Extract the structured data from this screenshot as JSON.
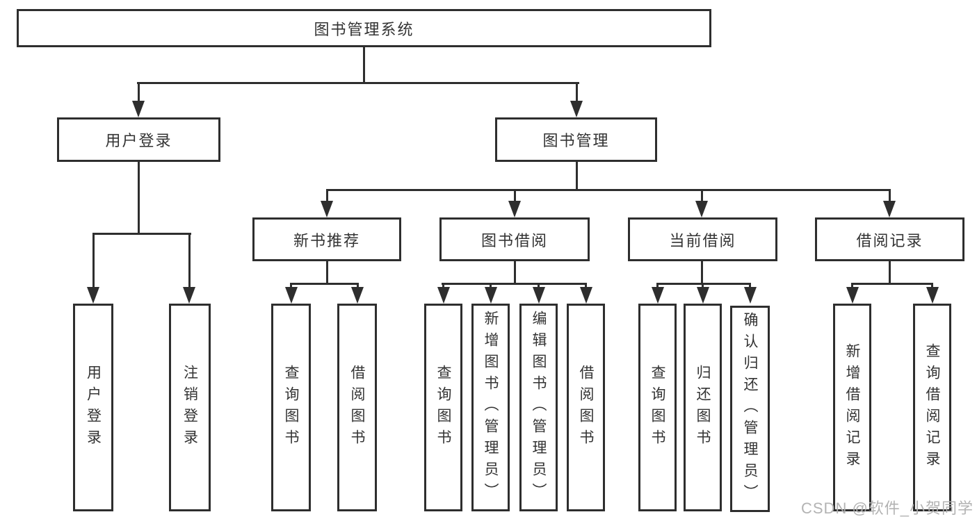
{
  "diagram": {
    "type": "hierarchy-tree",
    "root": {
      "label": "图书管理系统",
      "children": [
        {
          "label": "用户登录",
          "children": [
            {
              "label": "用户登录"
            },
            {
              "label": "注销登录"
            }
          ]
        },
        {
          "label": "图书管理",
          "children": [
            {
              "label": "新书推荐",
              "children": [
                {
                  "label": "查询图书"
                },
                {
                  "label": "借阅图书"
                }
              ]
            },
            {
              "label": "图书借阅",
              "children": [
                {
                  "label": "查询图书"
                },
                {
                  "label": "新增图书（管理员）"
                },
                {
                  "label": "编辑图书（管理员）"
                },
                {
                  "label": "借阅图书"
                }
              ]
            },
            {
              "label": "当前借阅",
              "children": [
                {
                  "label": "查询图书"
                },
                {
                  "label": "归还图书"
                },
                {
                  "label": "确认归还（管理员）"
                }
              ]
            },
            {
              "label": "借阅记录",
              "children": [
                {
                  "label": "新增借阅记录"
                },
                {
                  "label": "查询借阅记录"
                }
              ]
            }
          ]
        }
      ]
    },
    "colors": {
      "line": "#2e2e2e",
      "text": "#333333",
      "background": "#ffffff",
      "watermark": "#afafaf"
    }
  },
  "watermark": "CSDN @软件_小贺同学"
}
